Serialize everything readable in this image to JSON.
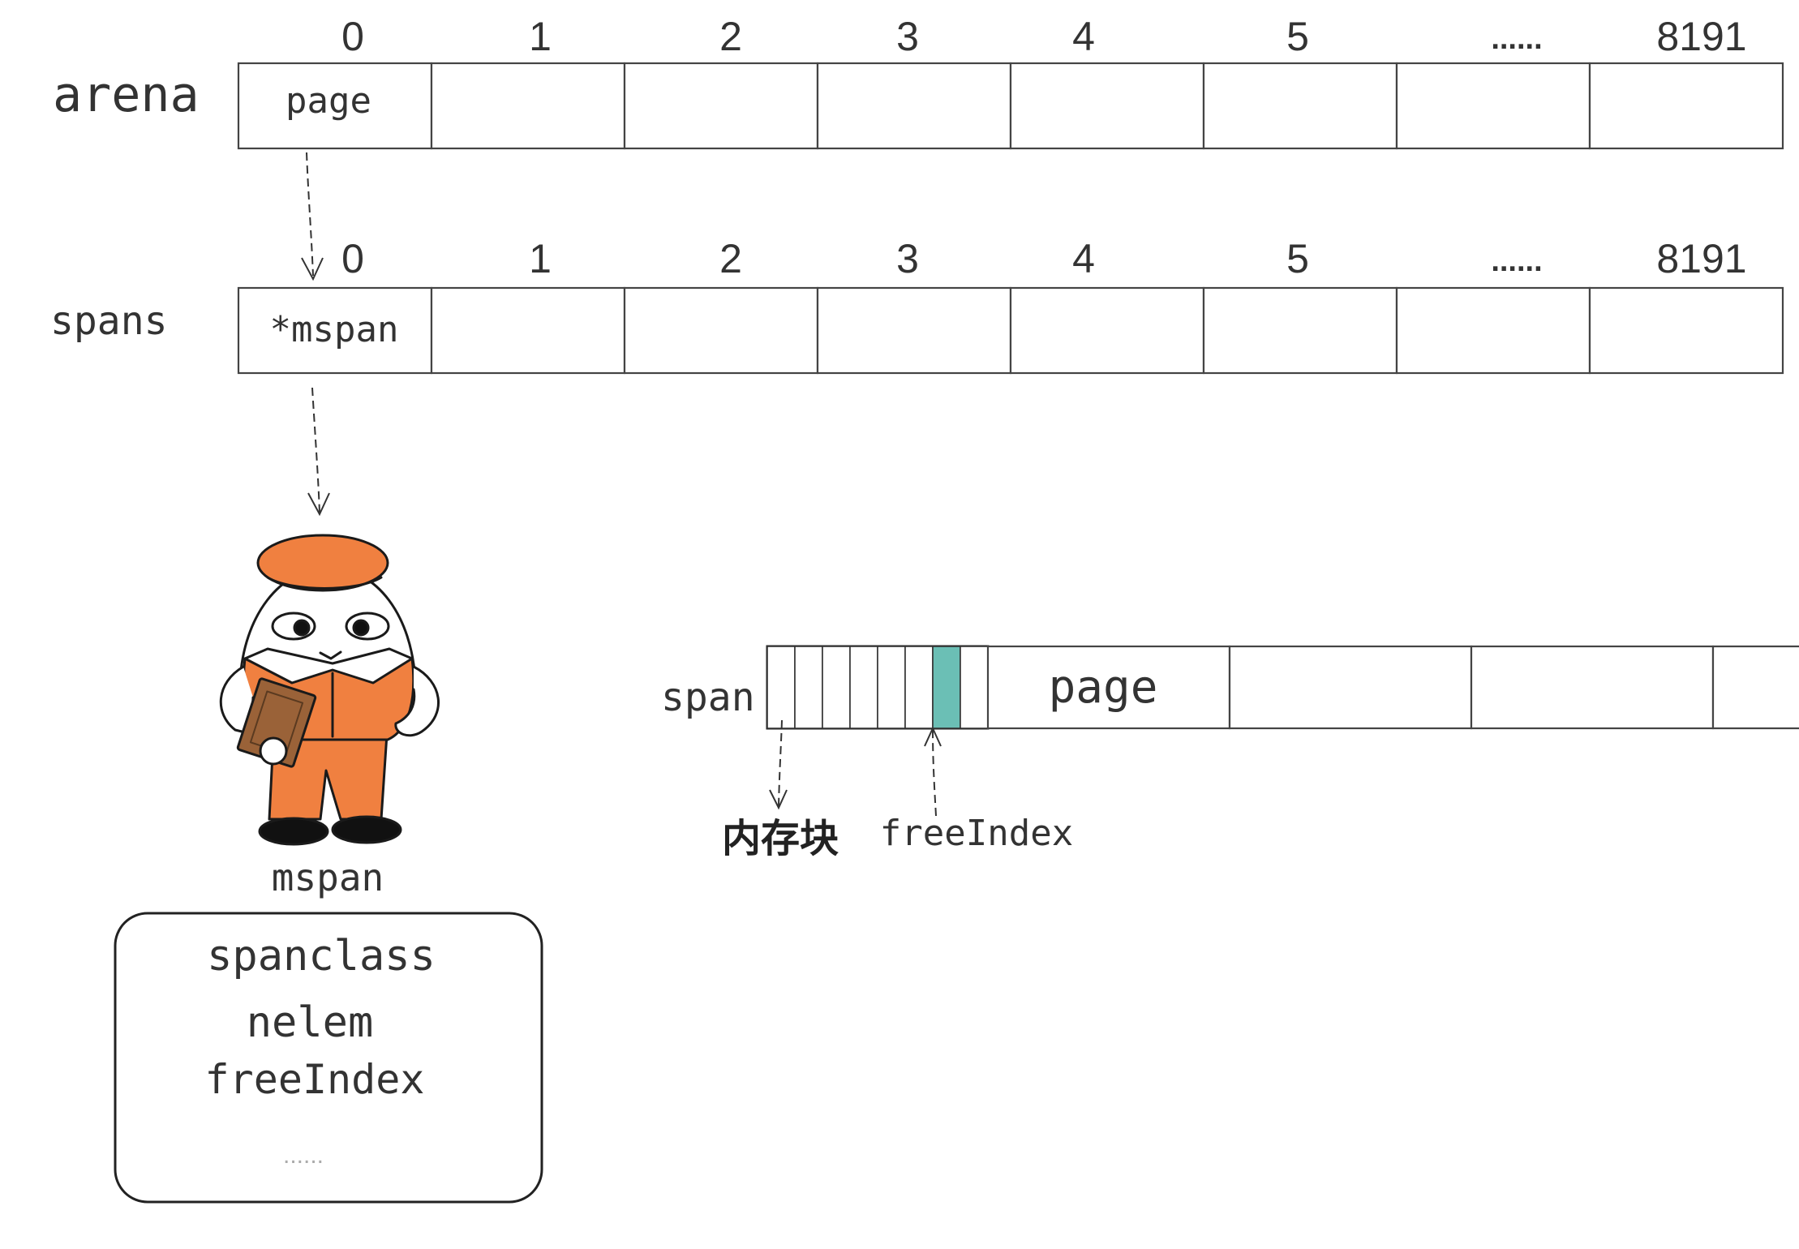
{
  "arena": {
    "label": "arena",
    "indices": [
      "0",
      "1",
      "2",
      "3",
      "4",
      "5",
      "......",
      "8191"
    ],
    "first_cell": "page"
  },
  "spans": {
    "label": "spans",
    "indices": [
      "0",
      "1",
      "2",
      "3",
      "4",
      "5",
      "......",
      "8191"
    ],
    "first_cell": "*mspan"
  },
  "mascot": {
    "caption": "mspan"
  },
  "mspan_fields": {
    "items": [
      "spanclass",
      "nelem",
      "freeIndex",
      "......"
    ]
  },
  "span_strip": {
    "label": "span",
    "block_count": 8,
    "free_index": 6,
    "page_label": "page",
    "memory_block_label": "内存块",
    "free_index_label": "freeIndex"
  },
  "colors": {
    "mascot_orange": "#F08040",
    "book_brown": "#9A6238",
    "free_block_teal": "#6BBFB5"
  }
}
